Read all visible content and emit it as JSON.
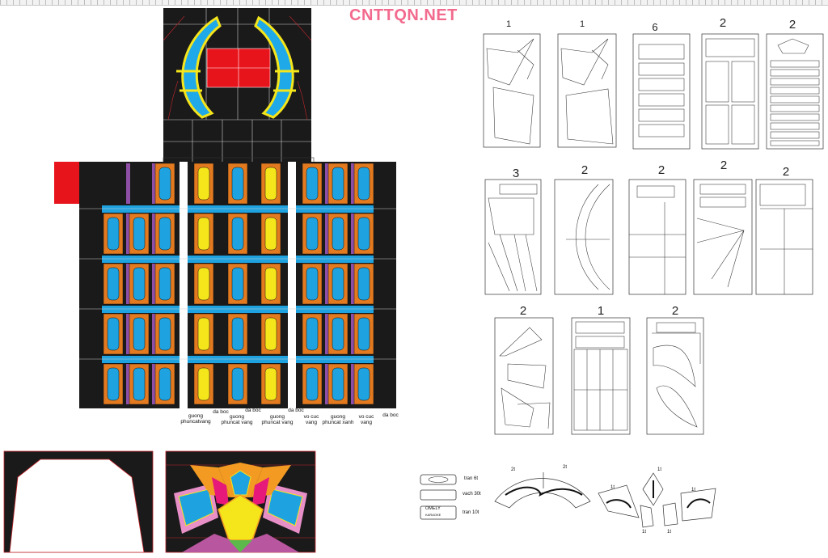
{
  "watermark": "CNTTQN.NET",
  "panel_quantities": [
    "1",
    "1",
    "6",
    "2",
    "2",
    "3",
    "2",
    "2",
    "2",
    "2",
    "2",
    "1",
    "2"
  ],
  "wall_labels": [
    "da boc",
    "guong\nphuncatvang",
    "guong\nphuncat vang",
    "da boc",
    "guong\nphuncat vang",
    "da boc",
    "vo cuc\nvang",
    "guong\nphuncat xanh",
    "vo cuc\nvang",
    "da boc"
  ],
  "legend": [
    {
      "label": "tran 6t"
    },
    {
      "label": "vach 30t"
    },
    {
      "label": "tran 10t"
    }
  ],
  "badge_text": "OMELY",
  "badge_sub": "KARAOKE",
  "corner_quantities": [
    "2t",
    "2t",
    "1t",
    "1t",
    "1t",
    "1t",
    "1t"
  ]
}
